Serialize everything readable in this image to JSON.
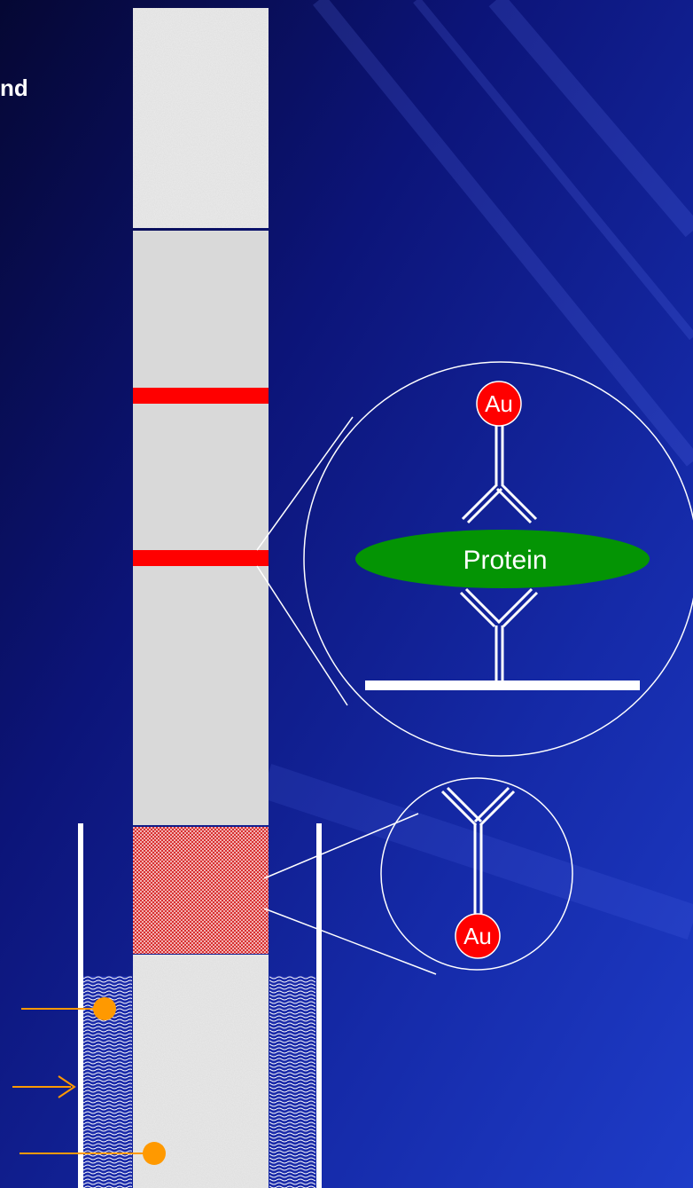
{
  "caption_fragment": "nd",
  "labels": {
    "gold_top": "Au",
    "protein": "Protein",
    "gold_bottom": "Au"
  },
  "colors": {
    "background_dark": "#060838",
    "background_mid": "#14229a",
    "background_light": "#1e38c8",
    "pad": "#e6e6e6",
    "membrane": "#d8d8d8",
    "test_line": "#ff0000",
    "conjugate_pad": "#e05858",
    "protein": "#049404",
    "gold": "#ff0000",
    "arrow": "#ff9900"
  }
}
